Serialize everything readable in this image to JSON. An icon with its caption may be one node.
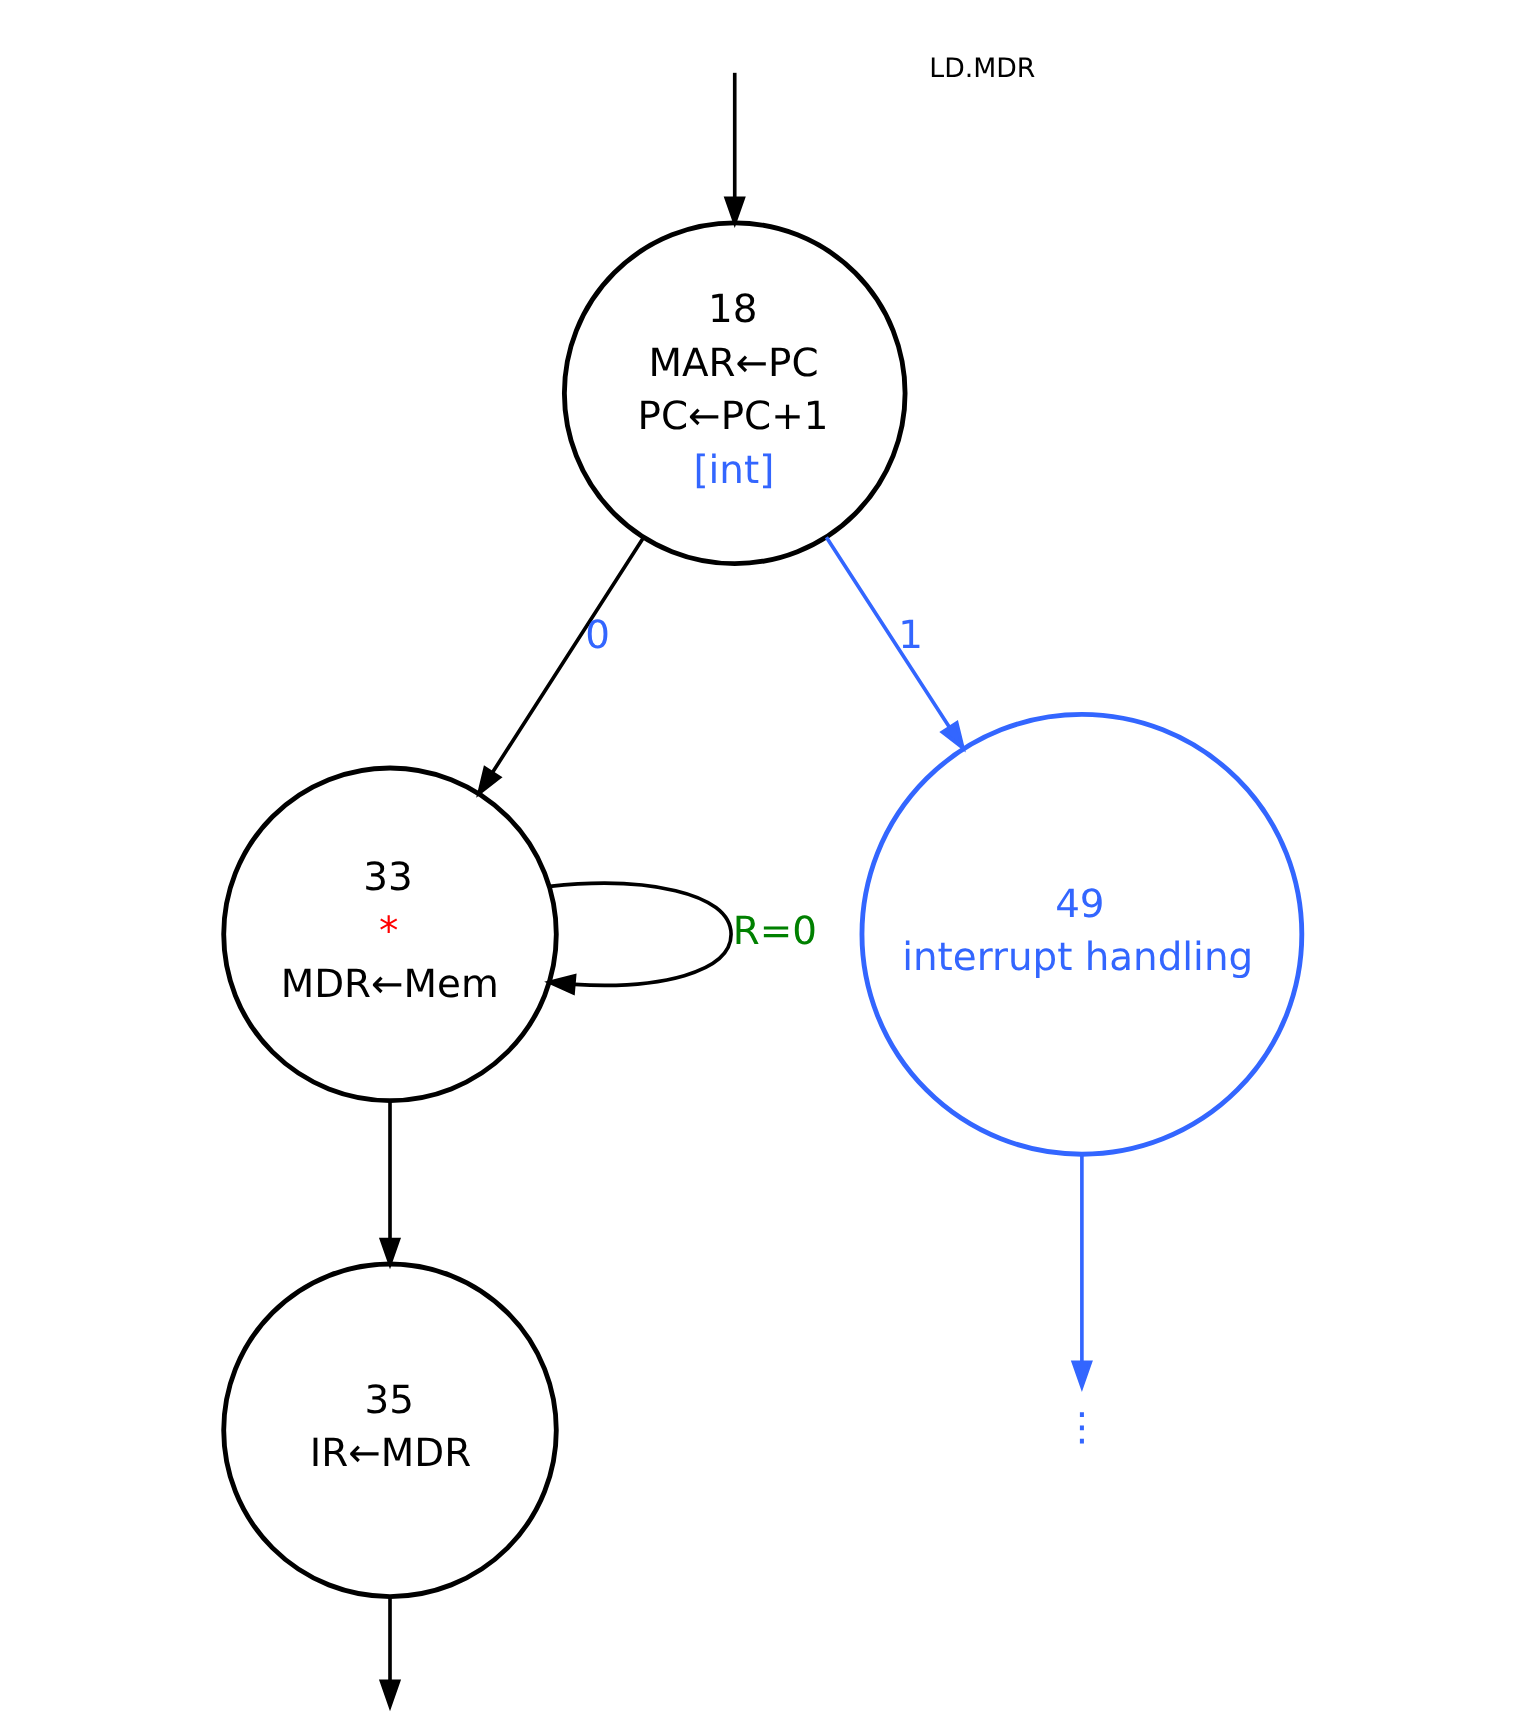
{
  "diagram": {
    "nodes": [
      {
        "text": [
          "18",
          "MAR←PC",
          "PC←PC+1",
          "[int]"
        ]
      },
      {
        "text": [
          "33",
          "*",
          "MDR←Mem"
        ]
      },
      {
        "text": [
          "35",
          "IR←MDR"
        ]
      },
      {
        "text": [
          "49",
          "interrupt handling"
        ]
      },
      {
        "text": [
          "⋮"
        ]
      }
    ],
    "edges": [
      {
        "from": null,
        "to": 0,
        "arrow": "to"
      },
      {
        "from": 0,
        "to": 1,
        "arrow": "to",
        "label": "0"
      },
      {
        "from": 0,
        "to": 3,
        "arrow": "to",
        "label": "1",
        "color": "#3366ff"
      },
      {
        "from": 1,
        "to": 1,
        "arrow": "to",
        "label": "R=0"
      },
      {
        "from": 1,
        "to": 2,
        "arrow": "to"
      },
      {
        "from": 2,
        "to": null,
        "arrow": "to"
      },
      {
        "from": 3,
        "to": 4,
        "arrow": "to",
        "color": "#3366ff"
      }
    ],
    "labels": [
      "LD.MDR"
    ]
  }
}
